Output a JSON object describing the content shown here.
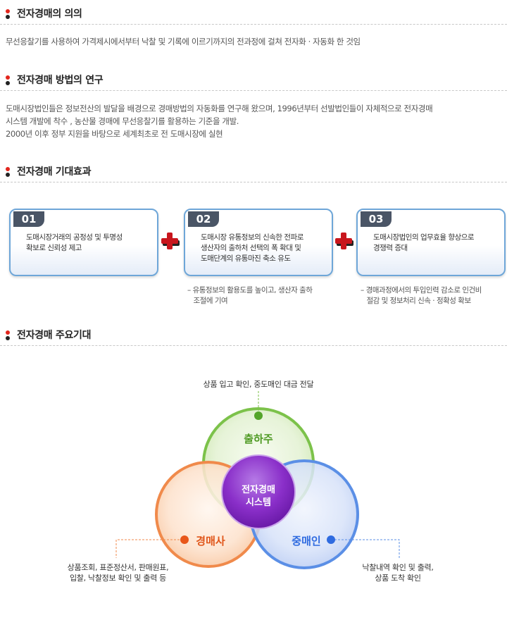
{
  "sections": [
    {
      "title": "전자경매의 의의"
    },
    {
      "title": "전자경매 방법의 연구"
    },
    {
      "title": "전자경매 기대효과"
    },
    {
      "title": "전자경매 주요기대"
    }
  ],
  "meaning_text": "무선응찰기를 사용하여 가격제시에서부터 낙찰 및 기록에 이르기까지의 전과정에 걸쳐 전자화 · 자동화 한 것임",
  "research_lines": [
    "도매시장법인들은 정보전산의 발달을 배경으로 경매방법의 자동화를 연구해 왔으며, 1996년부터 선발법인들이 자체적으로 전자경매",
    "시스템 개발에 착수 , 농산물 경매에 무선응찰기를 활용하는 기준을 개발.",
    "2000년 이후 정부 지원을 바탕으로 세계최초로 전 도매시장에 실현"
  ],
  "effects": [
    {
      "num": "01",
      "lines": [
        "도매시장거래의 공정성 및 투명성",
        "확보로 신뢰성 제고"
      ],
      "note": []
    },
    {
      "num": "02",
      "lines": [
        "도매시장 유통정보의 신속한 전파로",
        "생산자의 출하처 선택의 폭 확대 및",
        "도매단계의 유통마진 축소 유도"
      ],
      "note": [
        "– 유통정보의 활용도를 높이고, 생산자 출하",
        "   조절에 기여"
      ]
    },
    {
      "num": "03",
      "lines": [
        "도매시장법인의 업무효율 향상으로",
        "경쟁력 증대"
      ],
      "note": [
        "– 경매과정에서의 투입인력 감소로 인건비",
        "   절감 및 정보처리 신속 · 정확성 확보"
      ]
    }
  ],
  "diagram": {
    "center": [
      "전자경매",
      "시스템"
    ],
    "shipper": "출하주",
    "auctioneer": "경매사",
    "middleman": "중매인",
    "shipper_note": "상품 입고 확인, 중도매인 대금 전달",
    "auctioneer_note": [
      "상품조회, 표준정산서, 판매원표,",
      "입찰, 낙찰정보 확인 및 출력 등"
    ],
    "middleman_note": [
      "낙찰내역 확인 및 출력,",
      "상품 도착 확인"
    ]
  },
  "colors": {
    "accent_red": "#e2251c",
    "card_border": "#6ea6d8",
    "green": "#7cc24a",
    "orange": "#f08a4b",
    "blue": "#5b8fe6",
    "purple": "#8a2fc9"
  },
  "icons": [
    "bullet-icon",
    "plus-icon"
  ]
}
